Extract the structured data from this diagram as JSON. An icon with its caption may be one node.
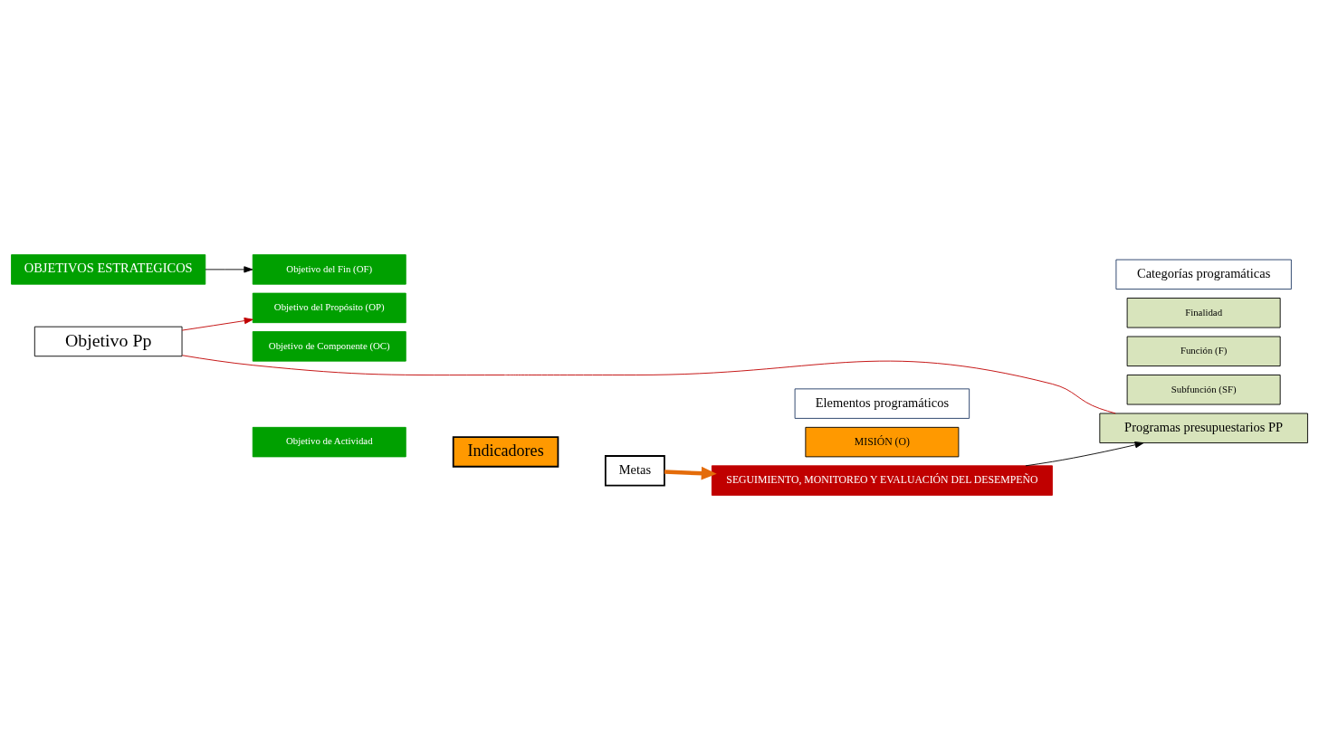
{
  "diagram": {
    "nodes": [
      {
        "text": [
          "OBJETIVOS ESTRATEGICOS"
        ]
      },
      {
        "text": [
          "Objetivo del Fin (OF)"
        ]
      },
      {
        "text": [
          "Objetivo del Propósito (OP)"
        ]
      },
      {
        "text": [
          "Objetivo de Componente (OC)"
        ]
      },
      {
        "text": [
          "Objetivo de Actividad"
        ]
      },
      {
        "text": [
          "Indicadores"
        ]
      },
      {
        "text": [
          "Metas"
        ]
      },
      {
        "text": [
          "Objetivo Pp"
        ]
      },
      {
        "text": [
          "Categorías programáticas"
        ]
      },
      {
        "text": [
          "Finalidad"
        ]
      },
      {
        "text": [
          "Función (F)"
        ]
      },
      {
        "text": [
          "Subfunción (SF)"
        ]
      },
      {
        "text": [
          "Programas presupuestarios PP"
        ]
      },
      {
        "text": [
          "Elementos programáticos"
        ]
      },
      {
        "text": [
          "MISIÓN (O)"
        ]
      },
      {
        "text": [
          "SEGUIMIENTO, MONITOREO Y EVALUACIÓN DEL DESEMPEÑO"
        ]
      }
    ],
    "edges": [
      {
        "from": 0,
        "to": 1,
        "arrow": "to"
      },
      {
        "from": 7,
        "to": 2,
        "arrow": "to",
        "color": "#c00000"
      },
      {
        "from": 7,
        "to": 12,
        "arrow": "none",
        "color": "#c00000"
      },
      {
        "from": 6,
        "to": 15,
        "arrow": "to",
        "style": "thick",
        "color": "#e46c0a"
      },
      {
        "from": 15,
        "to": 12,
        "arrow": "to"
      }
    ]
  }
}
